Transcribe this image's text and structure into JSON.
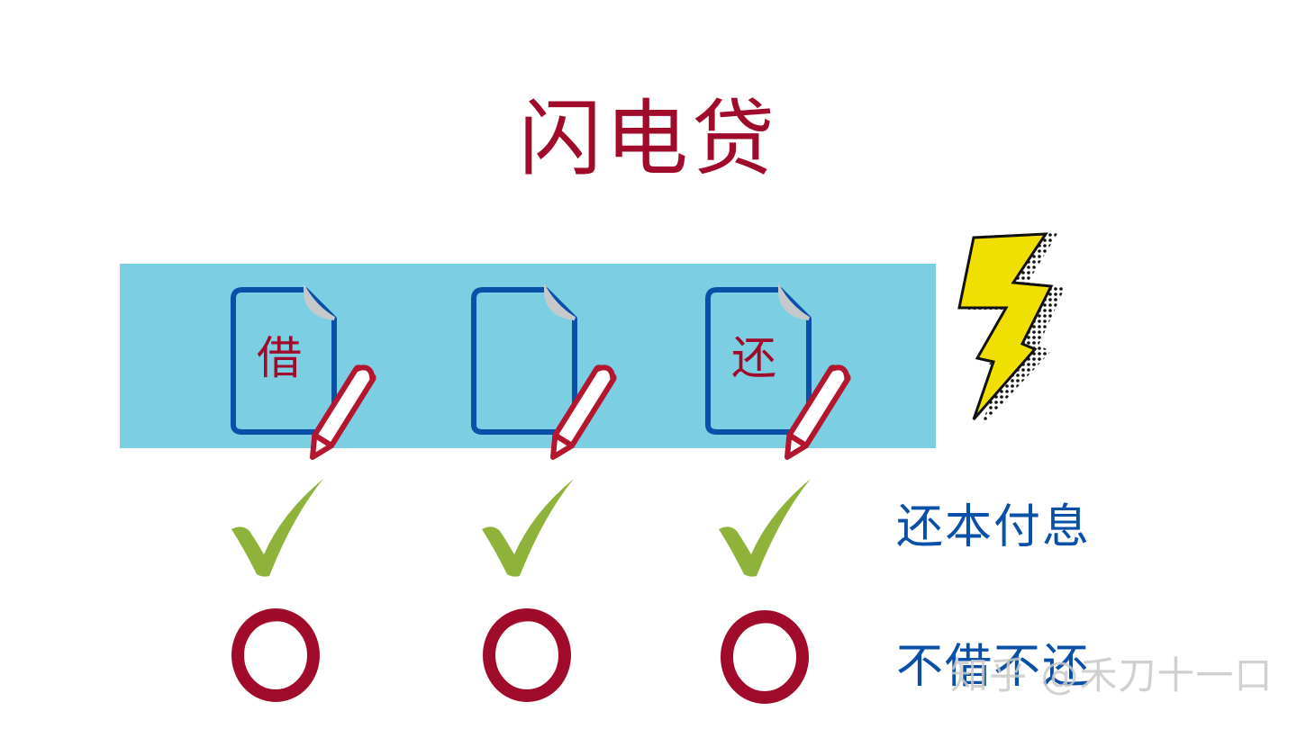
{
  "title": "闪电贷",
  "colors": {
    "title": "#a00b2b",
    "band": "#7ccfe2",
    "doc_outline": "#0a4fa8",
    "doc_fold": "#c6c9cc",
    "pencil": "#b3162e",
    "check": "#8fb33a",
    "circle": "#a00b2b",
    "lightning_fill": "#f0e000",
    "label": "#0a4fa8",
    "watermark": "#c8c8c8"
  },
  "documents": [
    {
      "char": "借",
      "icon": "document-pencil-icon"
    },
    {
      "char": "",
      "icon": "document-pencil-icon"
    },
    {
      "char": "还",
      "icon": "document-pencil-icon"
    }
  ],
  "lightning_icon": "lightning-bolt-icon",
  "rows": [
    {
      "label": "还本付息",
      "icon": "check-mark-icon"
    },
    {
      "label": "不借不还",
      "icon": "circle-icon"
    }
  ],
  "watermark": "知乎 @禾刀十一口"
}
